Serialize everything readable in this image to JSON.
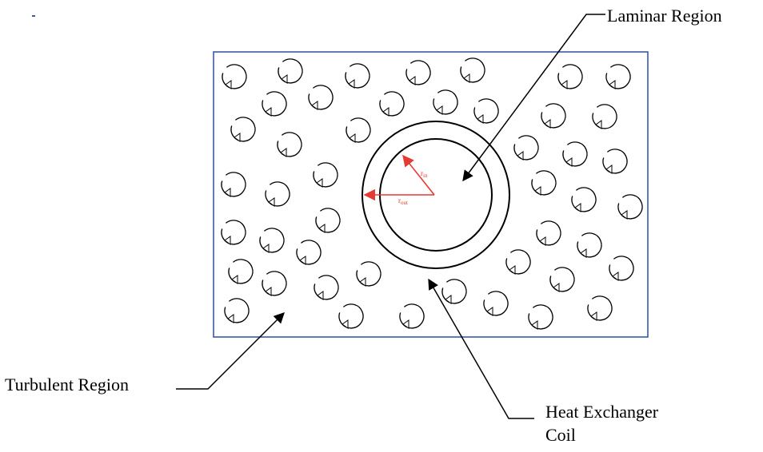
{
  "labels": {
    "laminar": "Laminar Region",
    "turbulent": "Turbulent Region",
    "coil_line1": "Heat Exchanger",
    "coil_line2": "Coil",
    "r_in": "r",
    "r_in_sub": "in",
    "r_out": "r",
    "r_out_sub": "out"
  },
  "colors": {
    "box_border": "#3a5aa8",
    "radius_arrow": "#e53a33",
    "stroke": "#000000"
  },
  "icons": {
    "eddy": "circular-arrow-icon"
  }
}
